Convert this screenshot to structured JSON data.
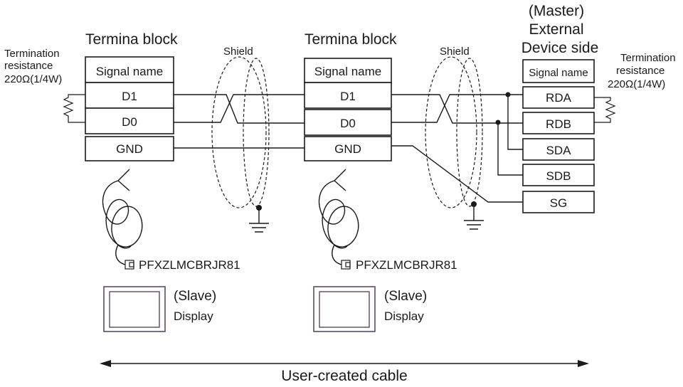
{
  "left_block": {
    "title": "Termina block",
    "header": "Signal name",
    "signals": [
      "D1",
      "D0",
      "GND"
    ],
    "termination": [
      "Termination",
      "resistance",
      "220Ω(1/4W)"
    ],
    "shield_label": "Shield",
    "cable_code": "PFXZLMCBRJR81",
    "display_lines": [
      "(Slave)",
      "Display"
    ]
  },
  "mid_block": {
    "title": "Termina block",
    "header": "Signal name",
    "signals": [
      "D1",
      "D0",
      "GND"
    ],
    "shield_label": "Shield",
    "cable_code": "PFXZLMCBRJR81",
    "display_lines": [
      "(Slave)",
      "Display"
    ]
  },
  "ext_device": {
    "title_lines": [
      "(Master)",
      "External",
      "Device side"
    ],
    "header": "Signal name",
    "signals": [
      "RDA",
      "RDB",
      "SDA",
      "SDB",
      "SG"
    ],
    "termination": [
      "Termination",
      "resistance",
      "220Ω(1/4W)"
    ]
  },
  "cable_label": "User-created cable"
}
